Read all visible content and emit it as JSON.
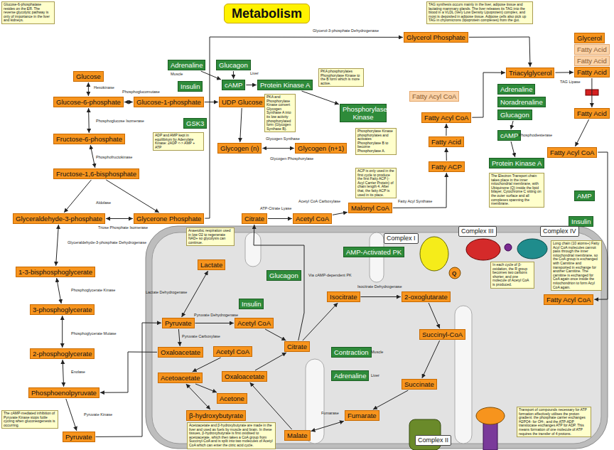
{
  "diagram": {
    "title": "Metabolism",
    "nodes": [
      {
        "text": [
          "Glucose"
        ]
      },
      {
        "text": [
          "Glucose-6-phosphate"
        ]
      },
      {
        "text": [
          "Fructose-6-phosphate"
        ]
      },
      {
        "text": [
          "Fructose-1,6-bisphosphate"
        ]
      },
      {
        "text": [
          "Glyceraldehyde-3-phosphate"
        ]
      },
      {
        "text": [
          "Glycerone Phosphate"
        ]
      },
      {
        "text": [
          "1-3-bisphosphoglycerate"
        ]
      },
      {
        "text": [
          "3-phosphoglycerate"
        ]
      },
      {
        "text": [
          "2-phosphoglycerate"
        ]
      },
      {
        "text": [
          "Phosphoenolpyruvate"
        ]
      },
      {
        "text": [
          "Pyruvate"
        ]
      },
      {
        "text": [
          "Glucose-1-phosphate"
        ]
      },
      {
        "text": [
          "UDP Glucose"
        ]
      },
      {
        "text": [
          "Glycogen (n)"
        ]
      },
      {
        "text": [
          "Glycogen (n+1)"
        ]
      },
      {
        "text": [
          "Glycerol Phosphate"
        ]
      },
      {
        "text": [
          "Triacylglycerol"
        ]
      },
      {
        "text": [
          "Glycerol"
        ]
      },
      {
        "text": [
          "Fatty Acid"
        ]
      },
      {
        "text": [
          "Fatty Acid"
        ]
      },
      {
        "text": [
          "Fatty Acid"
        ]
      },
      {
        "text": [
          "Fatty Acid"
        ]
      },
      {
        "text": [
          "Fatty Acyl CoA"
        ]
      },
      {
        "text": [
          "Fatty Acyl CoA"
        ]
      },
      {
        "text": [
          "Fatty Acyl CoA"
        ]
      },
      {
        "text": [
          "Fatty Acid"
        ]
      },
      {
        "text": [
          "Fatty ACP"
        ]
      },
      {
        "text": [
          "Malonyl CoA"
        ]
      },
      {
        "text": [
          "Acetyl CoA"
        ]
      },
      {
        "text": [
          "Citrate"
        ]
      },
      {
        "text": [
          "Lactate"
        ]
      },
      {
        "text": [
          "Pyruvate"
        ]
      },
      {
        "text": [
          "Acetyl CoA"
        ]
      },
      {
        "text": [
          "Oxaloacetate"
        ]
      },
      {
        "text": [
          "Acetyl CoA"
        ]
      },
      {
        "text": [
          "Acetoacetate"
        ]
      },
      {
        "text": [
          "Acetone"
        ]
      },
      {
        "text": [
          "β-hydroxybutyrate"
        ]
      },
      {
        "text": [
          "Citrate"
        ]
      },
      {
        "text": [
          "Oxaloacetate"
        ]
      },
      {
        "text": [
          "Isocitrate"
        ]
      },
      {
        "text": [
          "2-oxoglutarate"
        ]
      },
      {
        "text": [
          "Succinyl-CoA"
        ]
      },
      {
        "text": [
          "Succinate"
        ]
      },
      {
        "text": [
          "Fumarate"
        ]
      },
      {
        "text": [
          "Malate"
        ]
      },
      {
        "text": [
          "Fatty Acyl CoA"
        ]
      },
      {
        "text": [
          "Adrenaline"
        ]
      },
      {
        "text": [
          "Glucagon"
        ]
      },
      {
        "text": [
          "cAMP"
        ]
      },
      {
        "text": [
          "Insulin"
        ]
      },
      {
        "text": [
          "Protein Kinase A"
        ]
      },
      {
        "text": [
          "GSK3"
        ]
      },
      {
        "text": [
          "Phosphorylase Kinase"
        ]
      },
      {
        "text": [
          "Glucagon"
        ]
      },
      {
        "text": [
          "Insulin"
        ]
      },
      {
        "text": [
          "AMP-Activated PK"
        ]
      },
      {
        "text": [
          "Contraction"
        ]
      },
      {
        "text": [
          "Adrenaline"
        ]
      },
      {
        "text": [
          "Adrenaline"
        ]
      },
      {
        "text": [
          "Noradrenaline"
        ]
      },
      {
        "text": [
          "Glucagon"
        ]
      },
      {
        "text": [
          "cAMP"
        ]
      },
      {
        "text": [
          "Protein Kinase A"
        ]
      },
      {
        "text": [
          "AMP"
        ]
      },
      {
        "text": [
          "Insulin"
        ]
      },
      {
        "text": [
          "Glucose-6-phosphatase resides on the ER. The reverse glycolytic pathway is only of importance in the liver and kidneys."
        ]
      },
      {
        "text": [
          "ADP and AMP kept in equilibrium by Adenylate Kinase: 2ADP <-> AMP + ATP"
        ]
      },
      {
        "text": [
          "PKA and Phosphorylase Kinase convert Glycogen Synthase A into its low activity phosphorylated form (Glycogen Synthase B)."
        ]
      },
      {
        "text": [
          "PKA phosphorylates Phosphorylase Kinase to the B form which is more active."
        ]
      },
      {
        "text": [
          "Phosphorylase Kinase phosphorylates and activates Phosphorylase B to become Phosphorylase A."
        ]
      },
      {
        "text": [
          "TAG synthesis occurs mainly in the liver, adipose tissue and lactating mammary glands. The liver releases its TAG into the blood in a VLDL (Very Low Density Lipoprotein) complex, and most is deposited in adipose tissue. Adipose cells also pick up TAG in chylomicrons (lipoprotein complexes) from the gut."
        ]
      },
      {
        "text": [
          "ACP is only used in the first cycle to produce the first Fatty ACP (-Acyl Carrier Protein) of chain length 4. After that, the fatty ACP is used in its place."
        ]
      },
      {
        "text": [
          "Anaerobic respiration used in low O2 to regenerate NAD+ so glycolysis can continue."
        ]
      },
      {
        "text": [
          "The Electron Transport chain takes place in the inner mitochondrial membrane, with Ubiquinone (Q) inside the lipid bilayer, Cytochrome C sitting on the outer surface and all complexes spanning the membrane."
        ]
      },
      {
        "text": [
          "In each cycle of β-oxidation, the R group becomes two carbons shorter, and one molecule of Acetyl CoA is produced."
        ]
      },
      {
        "text": [
          "Long chain (10 atoms+) Fatty Acyl CoA molecules cannot pass through the inner mitochondrial membrane, so the CoA group is exchanged with Carnitine and transported in exchange for another Carnitine. The carnitine is exchanged for CoA again once inside the mitochondrion to form Acyl CoA again."
        ]
      },
      {
        "text": [
          "Acetoacetate and β-hydroxybutyrate are made in the liver and used as fuels by muscle and brain. In these tissues, β-hydroxybutyrate is first oxidised to acetoacetate, which then takes a CoA group from Succinyl-CoA and is split into two molecules of Acetyl CoA which can enter the citric acid cycle."
        ]
      },
      {
        "text": [
          "The cAMP-mediated inhibition of Pyruvate Kinase stops futile cycling when gluconeogenesis is occurring."
        ]
      },
      {
        "text": [
          "Transport of compounds necessary for ATP formation effectively utilises the proton gradient: the phosphate carrier exchanges H2PO4- for OH-, and the ATP-ADP translocase exchanges ATP for ADP. This means formation of one molecule of ATP requires the transfer of 4 protons."
        ]
      },
      {
        "text": [
          "Complex I"
        ]
      },
      {
        "text": [
          "Complex III"
        ]
      },
      {
        "text": [
          "Complex IV"
        ]
      },
      {
        "text": [
          "Complex II"
        ]
      }
    ],
    "edges": [
      {
        "from": 0,
        "to": 1,
        "arrow": "both"
      },
      {
        "from": 1,
        "to": 2,
        "arrow": "both"
      },
      {
        "from": 2,
        "to": 3,
        "arrow": "both"
      },
      {
        "from": 3,
        "to": 4,
        "arrow": "to"
      },
      {
        "from": 3,
        "to": 5,
        "arrow": "to"
      },
      {
        "from": 5,
        "to": 4,
        "arrow": "both"
      },
      {
        "from": 4,
        "to": 6,
        "arrow": "both"
      },
      {
        "from": 6,
        "to": 7,
        "arrow": "both"
      },
      {
        "from": 7,
        "to": 8,
        "arrow": "both"
      },
      {
        "from": 8,
        "to": 9,
        "arrow": "both"
      },
      {
        "from": 9,
        "to": 10,
        "arrow": "to"
      },
      {
        "from": 1,
        "to": 11,
        "arrow": "both"
      },
      {
        "from": 11,
        "to": 12,
        "arrow": "to"
      },
      {
        "from": 12,
        "to": 13,
        "arrow": "to"
      },
      {
        "from": 13,
        "to": 14,
        "arrow": "both"
      },
      {
        "from": 5,
        "to": 15,
        "arrow": "to"
      },
      {
        "from": 15,
        "to": 16,
        "arrow": "to"
      },
      {
        "from": 24,
        "to": 16,
        "arrow": "to"
      },
      {
        "from": 16,
        "to": 20,
        "arrow": "to"
      },
      {
        "from": 20,
        "to": 21,
        "arrow": "to"
      },
      {
        "from": 21,
        "to": 22,
        "arrow": "to"
      },
      {
        "from": 22,
        "to": 46,
        "arrow": "to"
      },
      {
        "from": 28,
        "to": 27,
        "arrow": "to"
      },
      {
        "from": 27,
        "to": 26,
        "arrow": "to"
      },
      {
        "from": 26,
        "to": 25,
        "arrow": "to"
      },
      {
        "from": 25,
        "to": 24,
        "arrow": "to"
      },
      {
        "from": 29,
        "to": 28,
        "arrow": "to"
      },
      {
        "from": 38,
        "to": 29,
        "arrow": "to"
      },
      {
        "from": 31,
        "to": 32,
        "arrow": "to"
      },
      {
        "from": 31,
        "to": 33,
        "arrow": "to"
      },
      {
        "from": 32,
        "to": 38,
        "arrow": "to"
      },
      {
        "from": 39,
        "to": 38,
        "arrow": "to"
      },
      {
        "from": 38,
        "to": 40,
        "arrow": "to"
      },
      {
        "from": 40,
        "to": 41,
        "arrow": "to"
      },
      {
        "from": 41,
        "to": 42,
        "arrow": "to"
      },
      {
        "from": 42,
        "to": 43,
        "arrow": "to"
      },
      {
        "from": 43,
        "to": 44,
        "arrow": "to"
      },
      {
        "from": 44,
        "to": 45,
        "arrow": "both"
      },
      {
        "from": 45,
        "to": 39,
        "arrow": "to"
      },
      {
        "from": 34,
        "to": 35,
        "arrow": "to"
      },
      {
        "from": 35,
        "to": 36,
        "arrow": "to"
      },
      {
        "from": 35,
        "to": 37,
        "arrow": "both"
      },
      {
        "from": 30,
        "to": 31,
        "arrow": "both"
      },
      {
        "from": 10,
        "to": 31,
        "arrow": "to"
      },
      {
        "from": 33,
        "to": 9,
        "arrow": "to"
      },
      {
        "from": 47,
        "to": 49,
        "arrow": "to"
      },
      {
        "from": 48,
        "to": 49,
        "arrow": "to"
      },
      {
        "from": 49,
        "to": 51,
        "arrow": "to"
      },
      {
        "from": 51,
        "to": 53,
        "arrow": "to"
      },
      {
        "from": 61,
        "to": 62,
        "arrow": "to"
      },
      {
        "from": 62,
        "to": 63,
        "arrow": "to"
      }
    ],
    "labels": [
      "Hexokinase",
      "Phosphoglucomutase",
      "Phosphoglucose Isomerase",
      "Phosphofructokinase",
      "Aldolase",
      "Triose Phosphate Isomerase",
      "Glyceraldehyde-3-phosphate Dehydrogenase",
      "Phosphoglycerate Kinase",
      "Phosphoglycerate Mutase",
      "Enolase",
      "Pyruvate Kinase",
      "Glycerol-3-phosphate Dehydrogenase",
      "Muscle",
      "Liver",
      "Glycogen Synthase",
      "Glycogen Phosphorylase",
      "ATP-Citrate Lyase",
      "Acetyl CoA Carboxylase",
      "Fatty Acyl Synthase",
      "TAG Lipase",
      "Phosphodiesterase",
      "Lactate Dehydrogenase",
      "Pyruvate Dehydrogenase",
      "Pyruvate Carboxylase",
      "Via cAMP-dependent PK",
      "Isocitrate Dehydrogenase",
      "Muscle",
      "Liver",
      "Fumarase",
      "Q"
    ]
  }
}
